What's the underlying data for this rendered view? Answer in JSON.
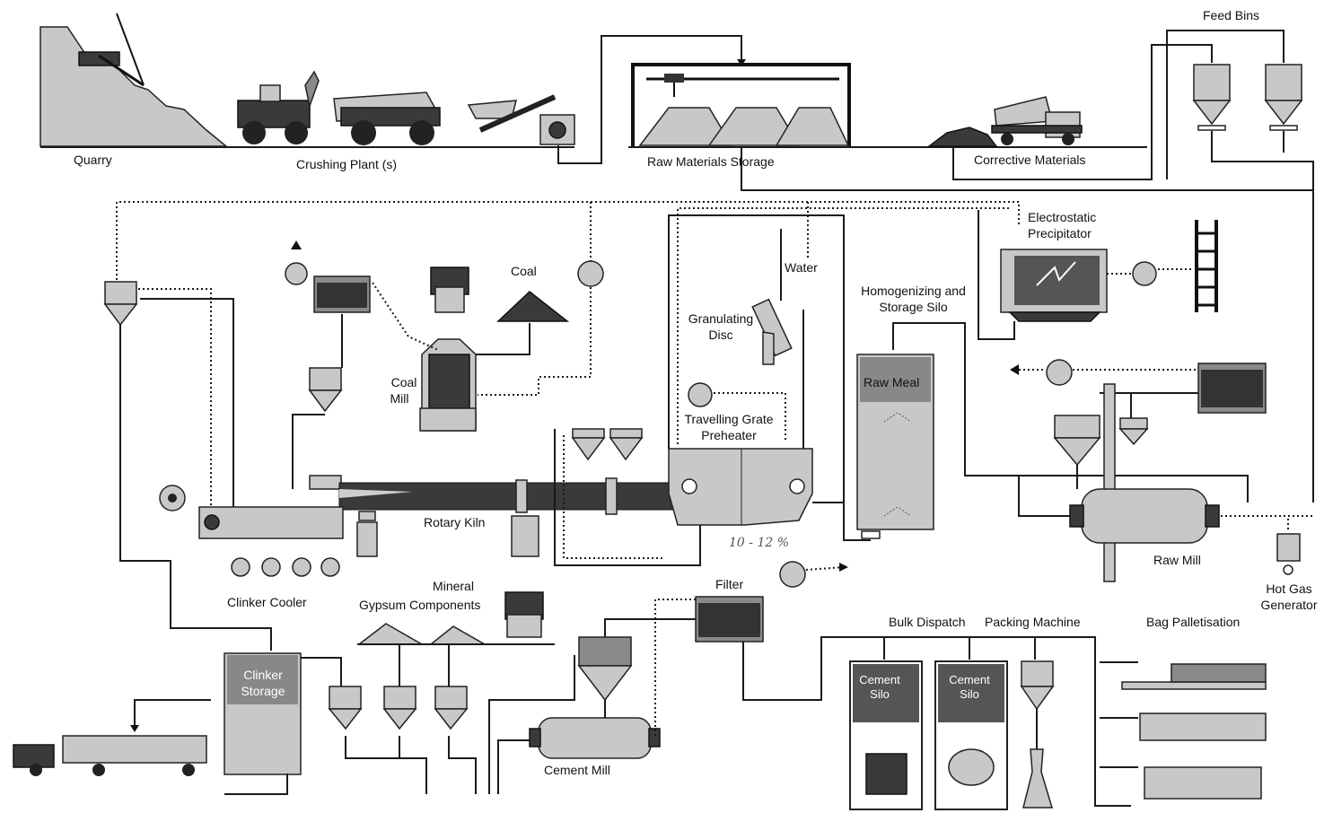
{
  "labels": {
    "title": "Figure 1.1 - Overview of the cement manufacturing process",
    "quarry": "Quarry",
    "crushing_plant": "Crushing Plant (s)",
    "raw_materials_storage": "Raw Materials  Storage",
    "corrective_materials": "Corrective Materials",
    "feed_bins": "Feed Bins",
    "electrostatic_precipitator_1": "Electrostatic",
    "electrostatic_precipitator_2": "Precipitator",
    "coal": "Coal",
    "water": "Water",
    "granulating_disc_1": "Granulating",
    "granulating_disc_2": "Disc",
    "homogenizing_1": "Homogenizing and",
    "homogenizing_2": "Storage Silo",
    "coal_mill_1": "Coal",
    "coal_mill_2": "Mill",
    "travelling_grate_1": "Travelling Grate",
    "travelling_grate_2": "Preheater",
    "raw_meal": "Raw Meal",
    "rotary_kiln": "Rotary Kiln",
    "moisture_note": "10 - 12 %",
    "raw_mill": "Raw Mill",
    "hot_gas_1": "Hot Gas",
    "hot_gas_2": "Generator",
    "clinker_cooler": "Clinker Cooler",
    "mineral_components_1": "Mineral",
    "mineral_components_2": "Gypsum  Components",
    "filter": "Filter",
    "bulk_dispatch": "Bulk Dispatch",
    "packing_machine": "Packing Machine",
    "bag_palletisation": "Bag Palletisation",
    "clinker_storage_1": "Clinker",
    "clinker_storage_2": "Storage",
    "cement_silo_a_1": "Cement",
    "cement_silo_a_2": "Silo",
    "cement_silo_b_1": "Cement",
    "cement_silo_b_2": "Silo",
    "cement_mill": "Cement Mill"
  },
  "colors": {
    "line": "#1a1a1a",
    "equipment_light": "#c8c8c8",
    "equipment_mid": "#8a8a8a",
    "equipment_dark": "#3a3a3a"
  }
}
